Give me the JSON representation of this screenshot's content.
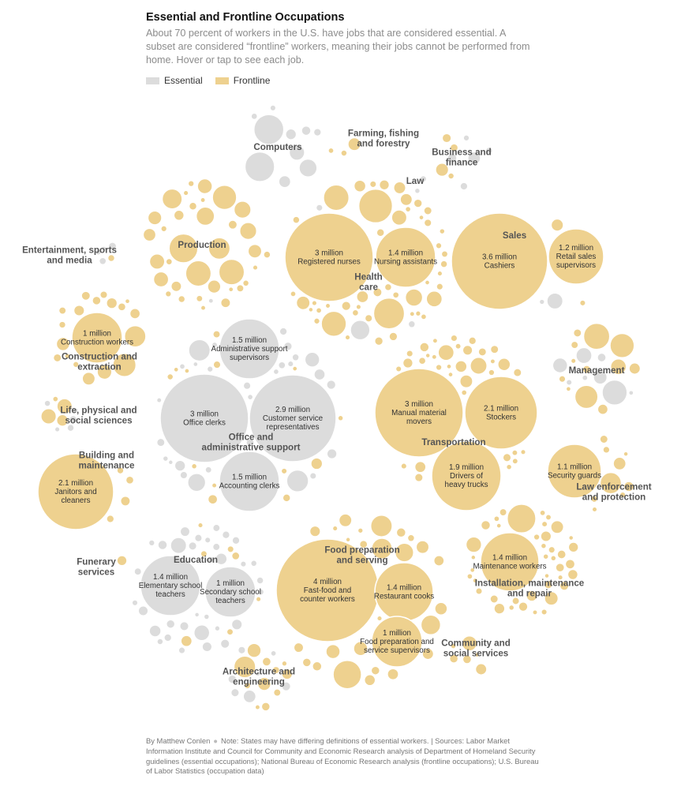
{
  "header": {
    "title": "Essential and Frontline Occupations",
    "subtitle": "About 70 percent of workers in the U.S. have jobs that are considered essential. A subset are considered “frontline” workers, meaning their jobs cannot be performed from home. Hover or tap to see each job."
  },
  "legend": [
    {
      "label": "Essential",
      "color": "#dcdcdc"
    },
    {
      "label": "Frontline",
      "color": "#eed18f"
    }
  ],
  "colors": {
    "essential": "#dcdcdc",
    "frontline": "#eed18f"
  },
  "footer": {
    "byline": "By Matthew Conlen",
    "note": "Note: States may have differing definitions of essential workers. | Sources: Labor Market Information Institute and Council for Community and Economic Research analysis of Department of Homeland Security guidelines (essential occupations); National Bureau of Economic Research analysis (frontline occupations); U.S. Bureau of Labor Statistics (occupation data)"
  },
  "chart_data": {
    "type": "bubble-cluster",
    "unit": "workers",
    "categories": [
      "Essential",
      "Frontline"
    ],
    "clusters": [
      {
        "name": "Computers",
        "labels": [
          "Computers"
        ],
        "labeled_jobs": []
      },
      {
        "name": "Farming, fishing and forestry",
        "labels": [
          "Farming, fishing",
          "and forestry"
        ],
        "labeled_jobs": []
      },
      {
        "name": "Business and finance",
        "labels": [
          "Business and",
          "finance"
        ],
        "labeled_jobs": []
      },
      {
        "name": "Law",
        "labels": [
          "Law"
        ],
        "labeled_jobs": []
      },
      {
        "name": "Production",
        "labels": [
          "Production"
        ],
        "labeled_jobs": []
      },
      {
        "name": "Health care",
        "labels": [
          "Health",
          "care"
        ],
        "labeled_jobs": [
          {
            "value": "3 million",
            "label": "Registered nurses",
            "category": "Frontline",
            "workers_millions": 3.0
          },
          {
            "value": "1.4 million",
            "label": "Nursing assistants",
            "category": "Frontline",
            "workers_millions": 1.4
          }
        ]
      },
      {
        "name": "Sales",
        "labels": [
          "Sales"
        ],
        "labeled_jobs": [
          {
            "value": "3.6 million",
            "label": "Cashiers",
            "category": "Frontline",
            "workers_millions": 3.6
          },
          {
            "value": "1.2 million",
            "label": "Retail sales supervisors",
            "label_lines": [
              "Retail sales",
              "supervisors"
            ],
            "category": "Frontline",
            "workers_millions": 1.2
          }
        ]
      },
      {
        "name": "Entertainment, sports and media",
        "labels": [
          "Entertainment, sports",
          "and media"
        ],
        "labeled_jobs": []
      },
      {
        "name": "Construction and extraction",
        "labels": [
          "Construction and",
          "extraction"
        ],
        "labeled_jobs": [
          {
            "value": "1 million",
            "label": "Construction workers",
            "category": "Frontline",
            "workers_millions": 1.0
          }
        ]
      },
      {
        "name": "Office and administrative support",
        "labels": [
          "Office and",
          "administrative support"
        ],
        "labeled_jobs": [
          {
            "value": "1.5 million",
            "label": "Administrative support supervisors",
            "label_lines": [
              "Administrative support",
              "supervisors"
            ],
            "category": "Essential",
            "workers_millions": 1.5
          },
          {
            "value": "3 million",
            "label": "Office clerks",
            "category": "Essential",
            "workers_millions": 3.0
          },
          {
            "value": "2.9 million",
            "label": "Customer service representatives",
            "label_lines": [
              "Customer service",
              "representatives"
            ],
            "category": "Essential",
            "workers_millions": 2.9
          },
          {
            "value": "1.5 million",
            "label": "Accounting clerks",
            "category": "Essential",
            "workers_millions": 1.5
          }
        ]
      },
      {
        "name": "Management",
        "labels": [
          "Management"
        ],
        "labeled_jobs": []
      },
      {
        "name": "Life, physical and social sciences",
        "labels": [
          "Life, physical and",
          "social sciences"
        ],
        "labeled_jobs": []
      },
      {
        "name": "Transportation",
        "labels": [
          "Transportation"
        ],
        "labeled_jobs": [
          {
            "value": "3 million",
            "label": "Manual material movers",
            "label_lines": [
              "Manual material",
              "movers"
            ],
            "category": "Frontline",
            "workers_millions": 3.0
          },
          {
            "value": "2.1 million",
            "label": "Stockers",
            "category": "Frontline",
            "workers_millions": 2.1
          },
          {
            "value": "1.9 million",
            "label": "Drivers of heavy trucks",
            "label_lines": [
              "Drivers of",
              "heavy trucks"
            ],
            "category": "Frontline",
            "workers_millions": 1.9
          }
        ]
      },
      {
        "name": "Building and maintenance",
        "labels": [
          "Building and",
          "maintenance"
        ],
        "labeled_jobs": [
          {
            "value": "2.1 million",
            "label": "Janitors and cleaners",
            "label_lines": [
              "Janitors and",
              "cleaners"
            ],
            "category": "Frontline",
            "workers_millions": 2.1
          }
        ]
      },
      {
        "name": "Law enforcement and protection",
        "labels": [
          "Law enforcement",
          "and protection"
        ],
        "labeled_jobs": [
          {
            "value": "1.1 million",
            "label": "Security guards",
            "category": "Frontline",
            "workers_millions": 1.1
          }
        ]
      },
      {
        "name": "Installation, maintenance and repair",
        "labels": [
          "Installation, maintenance",
          "and repair"
        ],
        "labeled_jobs": [
          {
            "value": "1.4 million",
            "label": "Maintenance workers",
            "category": "Frontline",
            "workers_millions": 1.4
          }
        ]
      },
      {
        "name": "Education",
        "labels": [
          "Education"
        ],
        "labeled_jobs": [
          {
            "value": "1.4 million",
            "label": "Elementary school teachers",
            "label_lines": [
              "Elementary school",
              "teachers"
            ],
            "category": "Essential",
            "workers_millions": 1.4
          },
          {
            "value": "1 million",
            "label": "Secondary school teachers",
            "label_lines": [
              "Secondary school",
              "teachers"
            ],
            "category": "Essential",
            "workers_millions": 1.0
          }
        ]
      },
      {
        "name": "Funerary services",
        "labels": [
          "Funerary",
          "services"
        ],
        "labeled_jobs": []
      },
      {
        "name": "Food preparation and serving",
        "labels": [
          "Food preparation",
          "and serving"
        ],
        "labeled_jobs": [
          {
            "value": "4 million",
            "label": "Fast-food and counter workers",
            "label_lines": [
              "Fast-food and",
              "counter workers"
            ],
            "category": "Frontline",
            "workers_millions": 4.0
          },
          {
            "value": "1.4 million",
            "label": "Restaurant cooks",
            "category": "Frontline",
            "workers_millions": 1.4
          },
          {
            "value": "1 million",
            "label": "Food preparation and service supervisors",
            "label_lines": [
              "Food preparation and",
              "service supervisors"
            ],
            "category": "Frontline",
            "workers_millions": 1.0
          }
        ]
      },
      {
        "name": "Community and social services",
        "labels": [
          "Community and",
          "social services"
        ],
        "labeled_jobs": []
      },
      {
        "name": "Architecture and engineering",
        "labels": [
          "Architecture and",
          "engineering"
        ],
        "labeled_jobs": []
      }
    ]
  }
}
